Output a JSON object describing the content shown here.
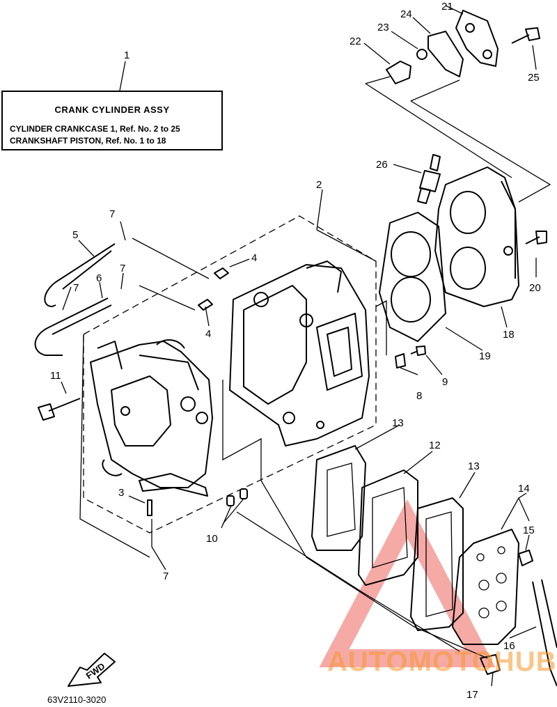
{
  "assembly_box": {
    "callout": "1",
    "title": "CRANK  CYLINDER ASSY",
    "line1": "CYLINDER CRANKCASE 1,  Ref. No. 2 to 25",
    "line2": "CRANKSHAFT PISTON,  Ref. No. 1 to 18"
  },
  "callouts": {
    "c2": "2",
    "c3": "3",
    "c4a": "4",
    "c4b": "4",
    "c5": "5",
    "c6": "6",
    "c7a": "7",
    "c7b": "7",
    "c7c": "7",
    "c7d": "7",
    "c8": "8",
    "c9": "9",
    "c10": "10",
    "c11": "11",
    "c12": "12",
    "c13a": "13",
    "c13b": "13",
    "c14": "14",
    "c15": "15",
    "c16": "16",
    "c17": "17",
    "c18": "18",
    "c19": "19",
    "c20": "20",
    "c21": "21",
    "c22": "22",
    "c23": "23",
    "c24": "24",
    "c25": "25",
    "c26": "26"
  },
  "fwd_label": "FWD",
  "catalog_code": "63V2110-3020",
  "watermark": {
    "text": "AUTOMOTOHUB",
    "color": "#f5962a"
  }
}
